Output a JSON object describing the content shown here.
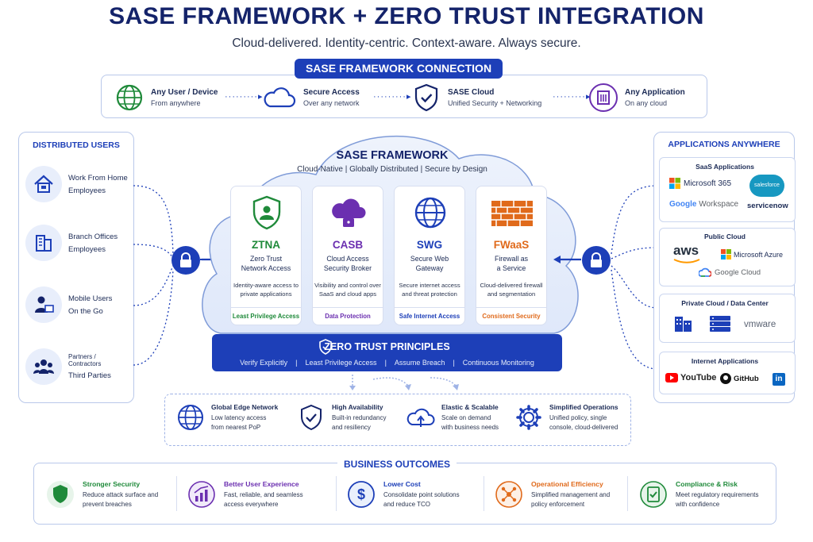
{
  "header": {
    "title": "SASE FRAMEWORK + ZERO TRUST INTEGRATION",
    "subtitle": "Cloud-delivered. Identity-centric. Context-aware. Always secure."
  },
  "connection": {
    "label": "SASE FRAMEWORK CONNECTION",
    "items": [
      {
        "title": "Any User / Device",
        "sub": "From anywhere",
        "icon": "globe-icon"
      },
      {
        "title": "Secure Access",
        "sub": "Over any network",
        "icon": "cloud-icon"
      },
      {
        "title": "SASE Cloud",
        "sub": "Unified Security + Networking",
        "icon": "shield-check-icon"
      },
      {
        "title": "Any Application",
        "sub": "On any cloud",
        "icon": "building-icon"
      }
    ]
  },
  "users": {
    "title": "DISTRIBUTED USERS",
    "items": [
      {
        "title": "Work From Home",
        "sub": "Employees",
        "icon": "home-icon"
      },
      {
        "title": "Branch Offices",
        "sub": "Employees",
        "icon": "office-building-icon"
      },
      {
        "title": "Mobile Users",
        "sub": "On the Go",
        "icon": "mobile-user-icon"
      },
      {
        "title": "Partners / Contractors",
        "sub": "Third Parties",
        "icon": "group-icon"
      }
    ]
  },
  "sase": {
    "title": "SASE FRAMEWORK",
    "subtitle": "Cloud-Native | Globally Distributed | Secure by Design",
    "cards": [
      {
        "name": "ZTNA",
        "desc1": "Zero Trust",
        "desc2": "Network Access",
        "det1": "Identity-aware access to",
        "det2": "private applications",
        "foot": "Least Privilege Access",
        "color": "#1f8a3a",
        "icon": "user-shield-icon"
      },
      {
        "name": "CASB",
        "desc1": "Cloud Access",
        "desc2": "Security Broker",
        "det1": "Visibility and control over",
        "det2": "SaaS and cloud apps",
        "foot": "Data Protection",
        "color": "#6b2fb0",
        "icon": "cloud-lock-icon"
      },
      {
        "name": "SWG",
        "desc1": "Secure Web",
        "desc2": "Gateway",
        "det1": "Secure internet access",
        "det2": "and threat protection",
        "foot": "Safe Internet Access",
        "color": "#1d3fb8",
        "icon": "globe-icon"
      },
      {
        "name": "FWaaS",
        "desc1": "Firewall as",
        "desc2": "a Service",
        "det1": "Cloud-delivered firewall",
        "det2": "and segmentation",
        "foot": "Consistent Security",
        "color": "#e06a1b",
        "icon": "firewall-icon"
      }
    ]
  },
  "zero_trust": {
    "title": "ZERO TRUST PRINCIPLES",
    "items": [
      "Verify Explicitly",
      "Least Privilege Access",
      "Assume Breach",
      "Continuous Monitoring"
    ],
    "sep": "|"
  },
  "features": [
    {
      "title": "Global Edge Network",
      "l1": "Low latency access",
      "l2": "from nearest PoP",
      "icon": "globe-icon"
    },
    {
      "title": "High Availability",
      "l1": "Built-in redundancy",
      "l2": "and resiliency",
      "icon": "shield-check-icon"
    },
    {
      "title": "Elastic & Scalable",
      "l1": "Scale on demand",
      "l2": "with business needs",
      "icon": "cloud-upload-icon"
    },
    {
      "title": "Simplified Operations",
      "l1": "Unified policy, single",
      "l2": "console, cloud-delivered",
      "icon": "gear-icon"
    }
  ],
  "outcomes": {
    "title": "BUSINESS OUTCOMES",
    "items": [
      {
        "title": "Stronger Security",
        "l1": "Reduce attack surface and",
        "l2": "prevent breaches",
        "color": "#1f8a3a",
        "icon": "shield-icon"
      },
      {
        "title": "Better User Experience",
        "l1": "Fast, reliable, and seamless",
        "l2": "access everywhere",
        "color": "#6b2fb0",
        "icon": "growth-chart-icon"
      },
      {
        "title": "Lower Cost",
        "l1": "Consolidate point solutions",
        "l2": "and reduce TCO",
        "color": "#1d3fb8",
        "icon": "dollar-icon"
      },
      {
        "title": "Operational Efficiency",
        "l1": "Simplified management and",
        "l2": "policy enforcement",
        "color": "#e06a1b",
        "icon": "network-icon"
      },
      {
        "title": "Compliance & Risk",
        "l1": "Meet regulatory requirements",
        "l2": "with confidence",
        "color": "#1f8a3a",
        "icon": "compliance-icon"
      }
    ]
  },
  "apps": {
    "title": "APPLICATIONS ANYWHERE",
    "saas": {
      "title": "SaaS Applications",
      "m365": "Microsoft 365",
      "salesforce": "salesforce",
      "gworkspace_g": "Google",
      "gworkspace_w": " Workspace",
      "servicenow": "servicenow"
    },
    "public": {
      "title": "Public Cloud",
      "aws": "aws",
      "azure": "Microsoft Azure",
      "gcloud": "Google Cloud"
    },
    "private": {
      "title": "Private Cloud / Data Center",
      "vmware": "vmware"
    },
    "internet": {
      "title": "Internet Applications",
      "youtube": "YouTube",
      "github": "GitHub",
      "linkedin": "in"
    }
  }
}
